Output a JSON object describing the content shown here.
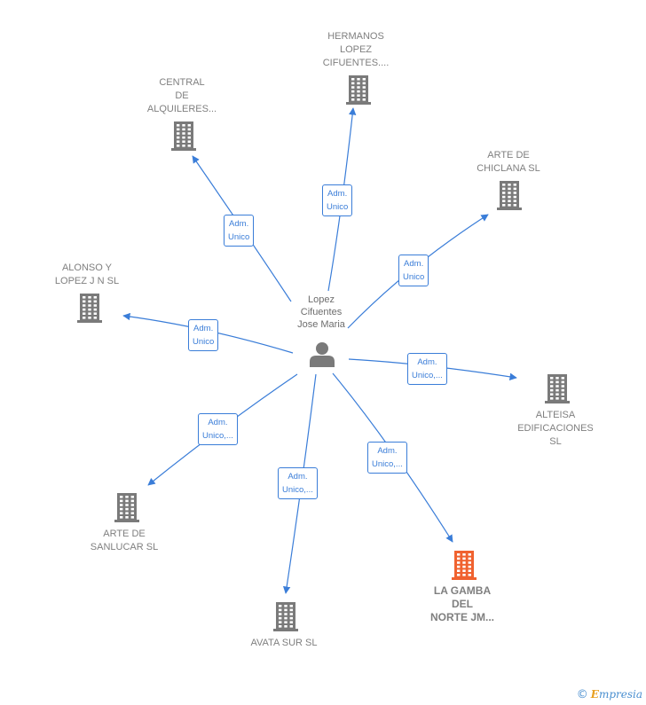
{
  "center": {
    "name": "Lopez\nCifuentes\nJose Maria",
    "icon": "person-icon"
  },
  "companies": [
    {
      "id": "hermanos",
      "name": "HERMANOS\nLOPEZ\nCIFUENTES....",
      "relation": "Adm.\nUnico",
      "highlight": false,
      "icon": "building-icon"
    },
    {
      "id": "central",
      "name": "CENTRAL\nDE\nALQUILERES...",
      "relation": "Adm.\nUnico",
      "highlight": false,
      "icon": "building-icon"
    },
    {
      "id": "chiclana",
      "name": "ARTE DE\nCHICLANA  SL",
      "relation": "Adm.\nUnico",
      "highlight": false,
      "icon": "building-icon"
    },
    {
      "id": "alonso",
      "name": "ALONSO Y\nLOPEZ J N  SL",
      "relation": "Adm.\nUnico",
      "highlight": false,
      "icon": "building-icon"
    },
    {
      "id": "alteisa",
      "name": "ALTEISA\nEDIFICACIONES\nSL",
      "relation": "Adm.\nUnico,...",
      "highlight": false,
      "icon": "building-icon"
    },
    {
      "id": "sanlucar",
      "name": "ARTE DE\nSANLUCAR  SL",
      "relation": "Adm.\nUnico,...",
      "highlight": false,
      "icon": "building-icon"
    },
    {
      "id": "avata",
      "name": "AVATA SUR SL",
      "relation": "Adm.\nUnico,...",
      "highlight": false,
      "icon": "building-icon"
    },
    {
      "id": "gamba",
      "name": "LA GAMBA\nDEL\nNORTE JM...",
      "relation": "Adm.\nUnico,...",
      "highlight": true,
      "icon": "building-icon"
    }
  ],
  "colors": {
    "edge": "#3a7dd8",
    "node": "#7a7a7a",
    "highlight": "#f0622f"
  },
  "footer": {
    "copyright": "©",
    "brand_initial": "E",
    "brand_rest": "mpresia"
  }
}
